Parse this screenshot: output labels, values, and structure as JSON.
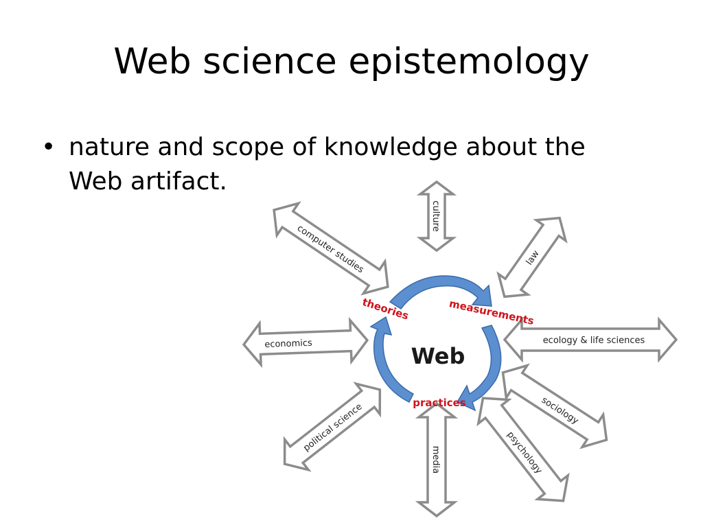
{
  "slide": {
    "title": "Web science epistemology",
    "bullets": [
      "nature and scope of knowledge about the Web artifact."
    ]
  },
  "diagram": {
    "center_label": "Web",
    "cycle": [
      "theories",
      "measurements",
      "practices"
    ],
    "fields": [
      "culture",
      "law",
      "ecology & life sciences",
      "sociology",
      "psychology",
      "media",
      "political science",
      "economics",
      "computer studies"
    ],
    "colors": {
      "arrow_outline": "#8c8c8c",
      "cycle_fill": "#5b8fcf",
      "cycle_text": "#d0121b"
    }
  }
}
